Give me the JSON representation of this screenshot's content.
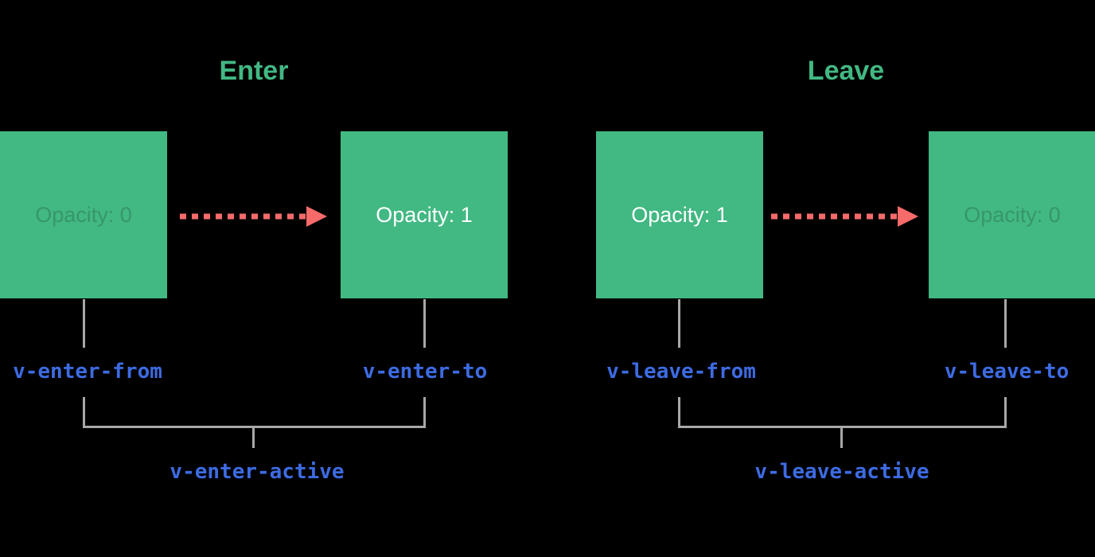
{
  "diagram": {
    "enter": {
      "heading": "Enter",
      "from_box_text": "Opacity: 0",
      "to_box_text": "Opacity: 1",
      "from_label": "v-enter-from",
      "to_label": "v-enter-to",
      "active_label": "v-enter-active"
    },
    "leave": {
      "heading": "Leave",
      "from_box_text": "Opacity: 1",
      "to_box_text": "Opacity: 0",
      "from_label": "v-leave-from",
      "to_label": "v-leave-to",
      "active_label": "v-leave-active"
    },
    "icons": {
      "enter_arrow": "dashed-right-arrow-icon",
      "leave_arrow": "dashed-right-arrow-icon"
    },
    "colors": {
      "background": "#000000",
      "box_green": "#42b883",
      "arrow_red": "#f76b6b",
      "line_gray": "#a8a8a8",
      "label_blue": "#3d6be2",
      "box_text_light": "#ffffff"
    }
  }
}
